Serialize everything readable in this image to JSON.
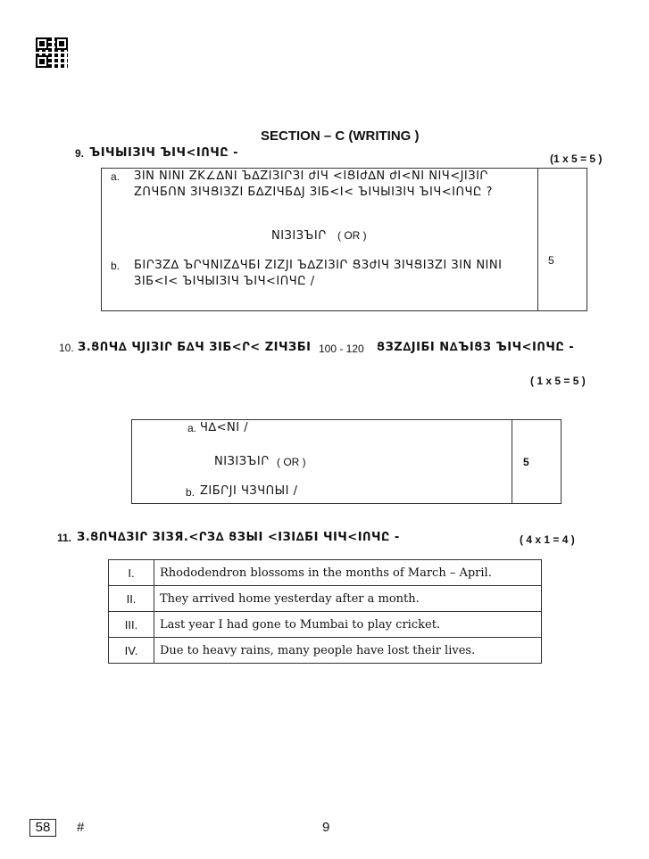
{
  "header": {
    "qr_code": "qr-code"
  },
  "section_title": "SECTION – C  (WRITING )",
  "q9": {
    "number": "9.",
    "prompt": "ЪIЧЫIЗIЧ ЪIЧ<IՈЧԸ -",
    "marks": "(1 x 5 = 5 )",
    "a_label": "a.",
    "a_line1": "ЗIN NINI ZK∠∆NI Ъ∆ZIЗIՐЗI ժIЧ <IՑIժ∆N ժI<NI NIЧ<JIЗIՐ",
    "a_line2": "ZՈЧБՈN  ЗIЧՑIЗZI Б∆ZIЧБ∆J ЗIБ<I< ЪIЧЫIЗIЧ ЪIЧ<IՈЧԸ ?",
    "or_script": "NIЗIЗЪIՐ",
    "or_label": "( OR )",
    "b_label": "b.",
    "b_line1": "БIՐЗZ∆ ЪՐЧNIZ∆ЧБI ZIZJI Ъ∆ZIЗIՐ ՑЗժIЧ ЗIЧՑIЗZI ЗIN NINI",
    "b_line2": "ЗIБ<I< ЪIЧЫIЗIЧ ЪIЧ<IՈЧԸ /",
    "marks_value": "5"
  },
  "q10": {
    "number": "10.",
    "prompt_pre": "З.ՑՈЧ∆ ЧJIЗIՐ Б∆Ч ЗIБ<Ր< ZIЧЗБI",
    "range": "100 - 120",
    "prompt_post": "ՑЗZ∆JIБI N∆ЪIՑЗ ЪIЧ<IՈЧԸ -",
    "marks": "( 1 x 5 = 5 )",
    "a_label": "a.",
    "a_text": "Ч∆<NI /",
    "or_script": "NIЗIЗЪIՐ",
    "or_label": "( OR )",
    "b_label": "b.",
    "b_text": "ZIБՐJI ЧЗЧՈЫI /",
    "marks_value": "5"
  },
  "q11": {
    "number": "11.",
    "prompt": "З.ՑՈЧ∆ЗIՐ ЗIЗЯ.<ՐЗ∆ ՑЗЫI <IЗI∆БI ЧIЧ<IՈЧԸ -",
    "marks": "( 4 x 1 = 4 )",
    "rows": [
      {
        "num": "I.",
        "text": "Rhododendron blossoms in the months of March – April."
      },
      {
        "num": "II.",
        "text": "They arrived home yesterday after a month."
      },
      {
        "num": "III.",
        "text": "Last year I had gone to Mumbai to play cricket."
      },
      {
        "num": "IV.",
        "text": "Due to heavy rains, many people have lost their lives."
      }
    ]
  },
  "footer": {
    "code": "58",
    "hash": "#",
    "page_number": "9"
  }
}
